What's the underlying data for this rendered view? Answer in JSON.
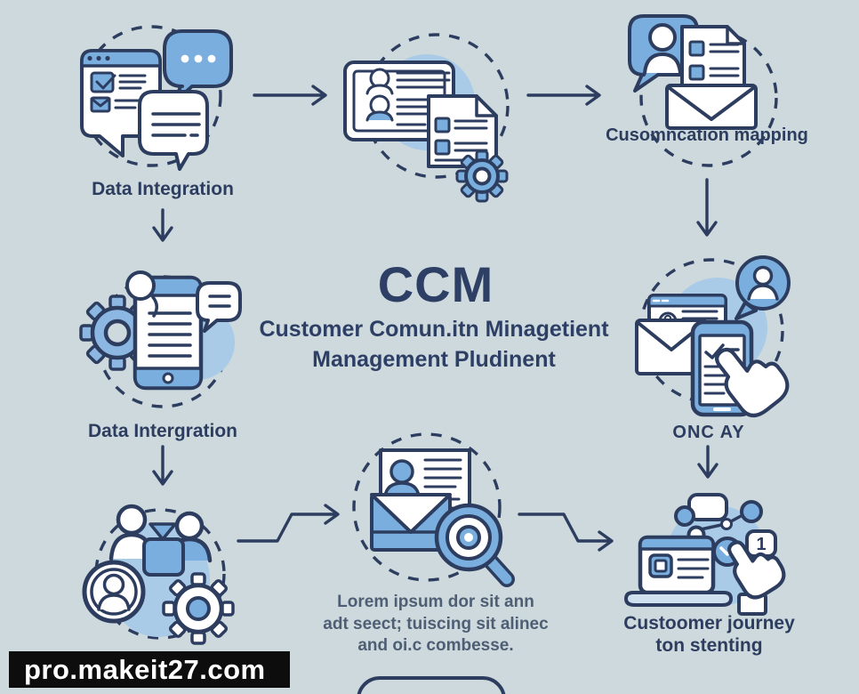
{
  "center": {
    "title": "CCM",
    "subtitle1": "Customer Comun.itn Minagetient",
    "subtitle2": "Management Pludinent"
  },
  "labels": {
    "top_left": "Data Integration",
    "top_right": "Cusomncation mapping",
    "mid_left": "Data Intergration",
    "mid_right": "ONC AY",
    "bottom_right1": "Custoomer journey",
    "bottom_right2": "ton stenting"
  },
  "caption": {
    "line1": "Lorem ipsum dor sit ann",
    "line2": "adt seect; tuiscing sit alinec",
    "line3": "and oi.c combesse."
  },
  "badge": "1",
  "watermark": "pro.makeit27.com",
  "icons": {
    "top_left": "chat-browser-icon",
    "top_middle": "id-card-document-gear-icon",
    "top_right": "person-bubble-mail-icon",
    "mid_left": "phone-gear-icon",
    "mid_right": "mail-tablet-hand-icon",
    "bottom_left": "team-avatar-gear-icon",
    "bottom_middle": "mail-search-icon",
    "bottom_right": "journey-laptop-hand-icon"
  },
  "colors": {
    "background": "#cdd9dc",
    "ink": "#2d3d5f",
    "title": "#2e3f66",
    "fill_blue": "#79aede",
    "fill_light_blue": "#a9cbe8",
    "white": "#ffffff",
    "caption_text": "#4e5e74",
    "watermark_bg": "#0d0d0d",
    "watermark_text": "#ffffff"
  }
}
